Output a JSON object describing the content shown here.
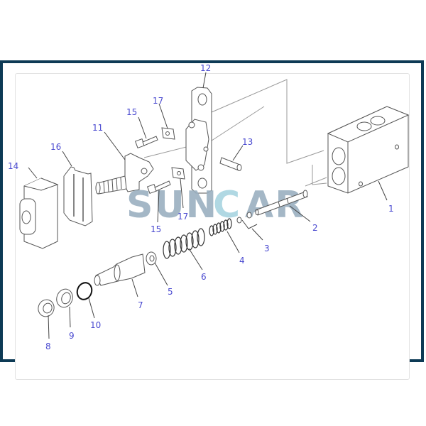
{
  "figure": {
    "type": "exploded parts diagram",
    "frame_color": "#0d3a55",
    "label_color": "#4a4ad0",
    "watermark": {
      "text_left": "SUN",
      "text_mid": "C",
      "text_right": "AR",
      "color_main": "#9bb0c0",
      "color_accent": "#a8d4e0"
    },
    "callouts": [
      {
        "id": "1",
        "label": "1",
        "part": "valve body"
      },
      {
        "id": "2",
        "label": "2",
        "part": "spool"
      },
      {
        "id": "3",
        "label": "3",
        "part": "washers"
      },
      {
        "id": "4",
        "label": "4",
        "part": "small spring"
      },
      {
        "id": "5",
        "label": "5",
        "part": "spring seat"
      },
      {
        "id": "6",
        "label": "6",
        "part": "large spring"
      },
      {
        "id": "7",
        "label": "7",
        "part": "piston"
      },
      {
        "id": "8",
        "label": "8",
        "part": "seal"
      },
      {
        "id": "9",
        "label": "9",
        "part": "bushing"
      },
      {
        "id": "10",
        "label": "10",
        "part": "o-ring"
      },
      {
        "id": "11",
        "label": "11",
        "part": "lever bracket"
      },
      {
        "id": "12",
        "label": "12",
        "part": "plate"
      },
      {
        "id": "13",
        "label": "13",
        "part": "pin"
      },
      {
        "id": "14",
        "label": "14",
        "part": "boot"
      },
      {
        "id": "15a",
        "label": "15",
        "part": "bolt upper"
      },
      {
        "id": "15b",
        "label": "15",
        "part": "bolt lower"
      },
      {
        "id": "16",
        "label": "16",
        "part": "cover"
      },
      {
        "id": "17a",
        "label": "17",
        "part": "shim upper"
      },
      {
        "id": "17b",
        "label": "17",
        "part": "shim lower"
      }
    ]
  }
}
